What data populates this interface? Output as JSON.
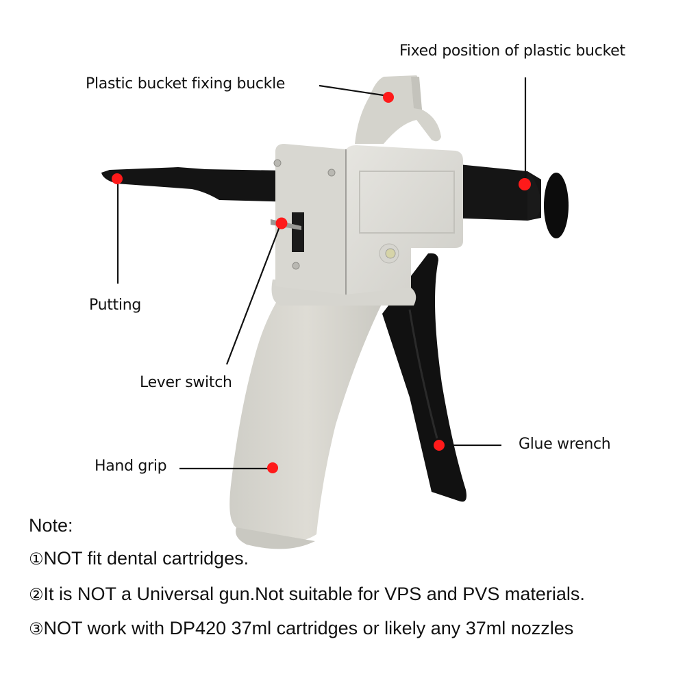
{
  "callouts": {
    "fixing_buckle": "Plastic bucket fixing buckle",
    "fixed_position": "Fixed position of plastic bucket",
    "putting": "Putting",
    "lever_switch": "Lever switch",
    "hand_grip": "Hand grip",
    "glue_wrench": "Glue wrench"
  },
  "notes": {
    "title": "Note:",
    "items": [
      {
        "marker": "①",
        "text": "NOT fit dental cartridges."
      },
      {
        "marker": "②",
        "text": "It is NOT a Universal gun.Not suitable for VPS and PVS materials."
      },
      {
        "marker": "③",
        "text": "NOT work with DP420 37ml cartridges or likely any 37ml nozzles"
      }
    ]
  },
  "colors": {
    "marker_dot": "#ff1a1a",
    "body_gray": "#d9d8d2",
    "plastic_black": "#111111",
    "text": "#111111"
  }
}
